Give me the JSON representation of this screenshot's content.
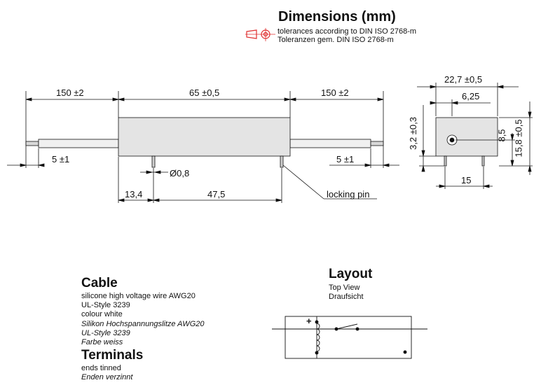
{
  "header": {
    "title": "Dimensions (mm)",
    "tol_en": "tolerances according to DIN ISO 2768-m",
    "tol_de": "Toleranzen gem. DIN ISO 2768-m"
  },
  "side_view": {
    "cable_left": "150 ±2",
    "body_length": "65 ±0,5",
    "cable_right": "150 ±2",
    "strip_left": "5 ±1",
    "strip_right": "5 ±1",
    "pin_diameter": "Ø0,8",
    "pin_offset": "13,4",
    "pin_spacing": "47,5",
    "locking_pin": "locking pin"
  },
  "end_view": {
    "width": "22,7 ±0,5",
    "center_offset": "6,25",
    "height_total": "15,8 ±0,5",
    "cable_height": "8,5",
    "pin_length": "3,2 ±0,3",
    "pin_spacing": "15"
  },
  "cable": {
    "title": "Cable",
    "lines": [
      "silicone high voltage wire AWG20",
      "UL-Style 3239",
      "colour white"
    ],
    "lines_de": [
      "Silikon Hochspannungslitze AWG20",
      "UL-Style 3239",
      "Farbe weiss"
    ]
  },
  "terminals": {
    "title": "Terminals",
    "line": "ends tinned",
    "line_de": "Enden verzinnt"
  },
  "layout": {
    "title": "Layout",
    "line": "Top View",
    "line_de": "Draufsicht",
    "plus": "+"
  }
}
